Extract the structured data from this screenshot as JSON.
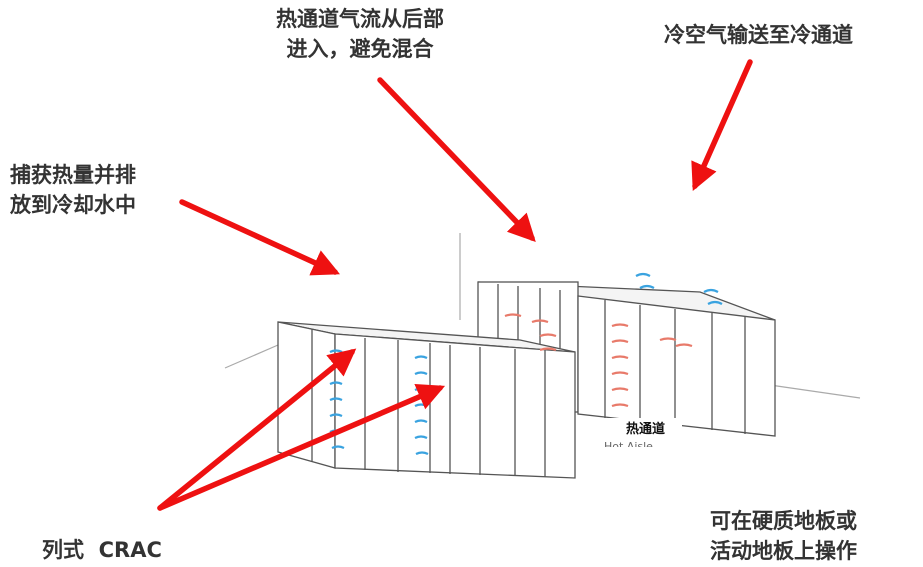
{
  "labels": {
    "hot_aisle_rear": [
      "热通道气流从后部",
      "进入，避免混合"
    ],
    "cold_air": "冷空气输送至冷通道",
    "capture_heat": [
      "捕获热量并排",
      "放到冷却水中"
    ],
    "inrow_crac": "列式  CRAC",
    "floor_type": [
      "可在硬质地板或",
      "活动地板上操作"
    ],
    "hot_aisle": "热通道",
    "hot_aisle_en": "Hot Aisle"
  },
  "colors": {
    "arrow": "#ee1111",
    "text": "#333333",
    "hot_airflow": "#e87a6a",
    "cold_airflow": "#3aa3e0",
    "rack_line": "#555555"
  },
  "icons": [
    "hot-airflow-arrow",
    "cold-airflow-arrow",
    "callout-arrow"
  ]
}
